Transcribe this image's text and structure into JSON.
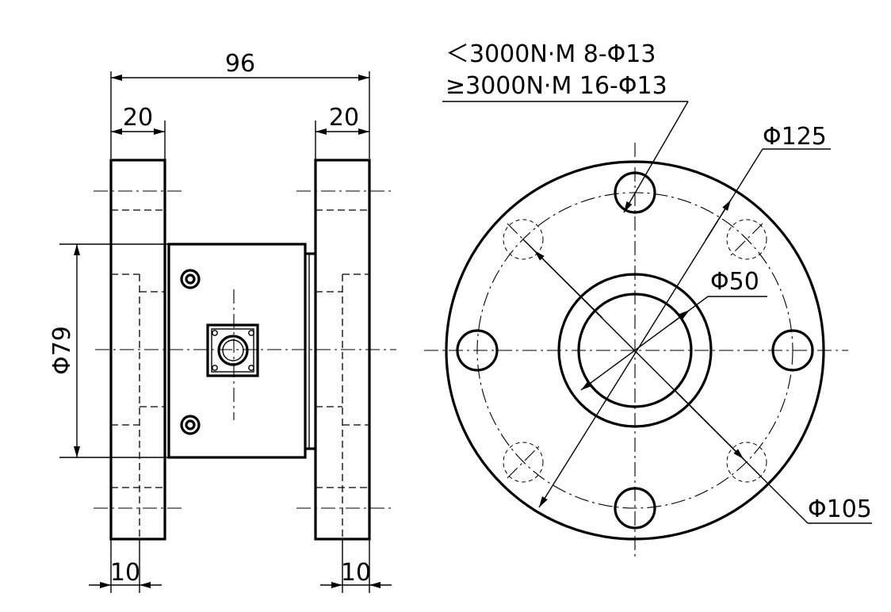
{
  "side_view": {
    "dim_overall_length": "96",
    "dim_left_flange": "20",
    "dim_right_flange": "20",
    "dim_body_diameter": "Φ79",
    "dim_left_offset": "10",
    "dim_right_offset": "10"
  },
  "front_view": {
    "note_line_1": "＜3000N·M   8-Φ13",
    "note_line_2": "≥3000N·M  16-Φ13",
    "dim_outer_diameter": "Φ125",
    "dim_hub_diameter": "Φ50",
    "dim_bolt_circle": "Φ105"
  }
}
